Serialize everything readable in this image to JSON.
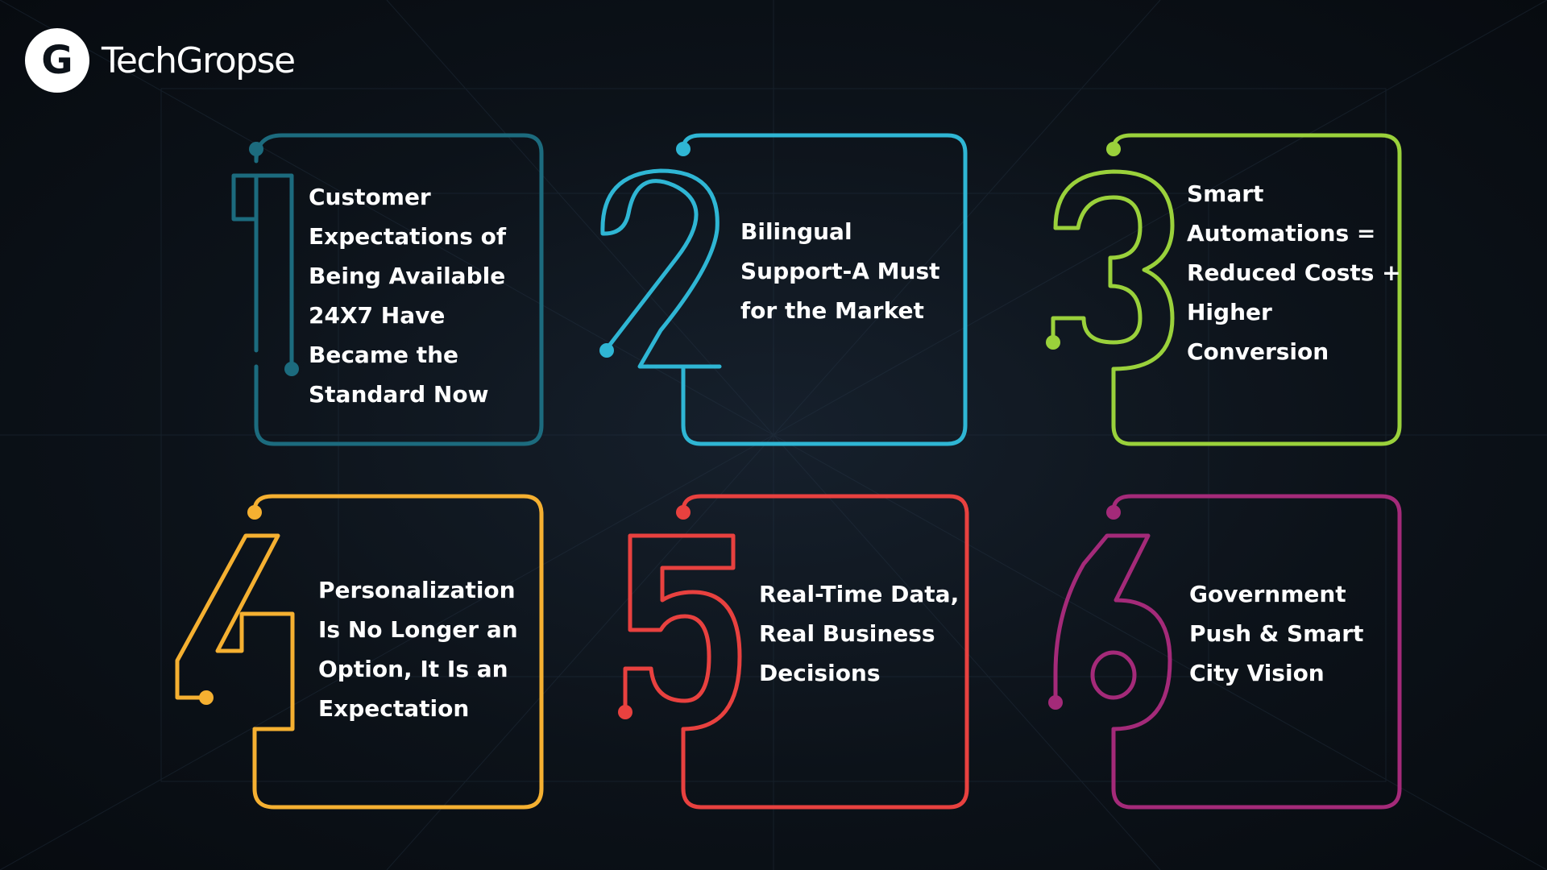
{
  "brand": {
    "name": "TechGropse",
    "logo_letter": "G"
  },
  "colors": {
    "background": "#0c1219",
    "item_1": "#1c6b7e",
    "item_2": "#2fb6d4",
    "item_3": "#9ad13b",
    "item_4": "#f5b031",
    "item_5": "#e8413f",
    "item_6": "#a42a79"
  },
  "items": [
    {
      "number": "1",
      "color": "#1c6b7e",
      "lines": [
        "Customer",
        "Expectations of",
        "Being Available",
        "24X7 Have",
        "Became the",
        "Standard Now"
      ]
    },
    {
      "number": "2",
      "color": "#2fb6d4",
      "lines": [
        "Bilingual",
        "Support-A Must",
        "for the Market"
      ]
    },
    {
      "number": "3",
      "color": "#9ad13b",
      "lines": [
        "Smart",
        "Automations =",
        "Reduced Costs +",
        "Higher",
        "Conversion"
      ]
    },
    {
      "number": "4",
      "color": "#f5b031",
      "lines": [
        "Personalization",
        "Is No Longer an",
        "Option, It Is an",
        "Expectation"
      ]
    },
    {
      "number": "5",
      "color": "#e8413f",
      "lines": [
        "Real-Time Data,",
        "Real Business",
        "Decisions"
      ]
    },
    {
      "number": "6",
      "color": "#a42a79",
      "lines": [
        "Government",
        "Push & Smart",
        "City Vision"
      ]
    }
  ]
}
